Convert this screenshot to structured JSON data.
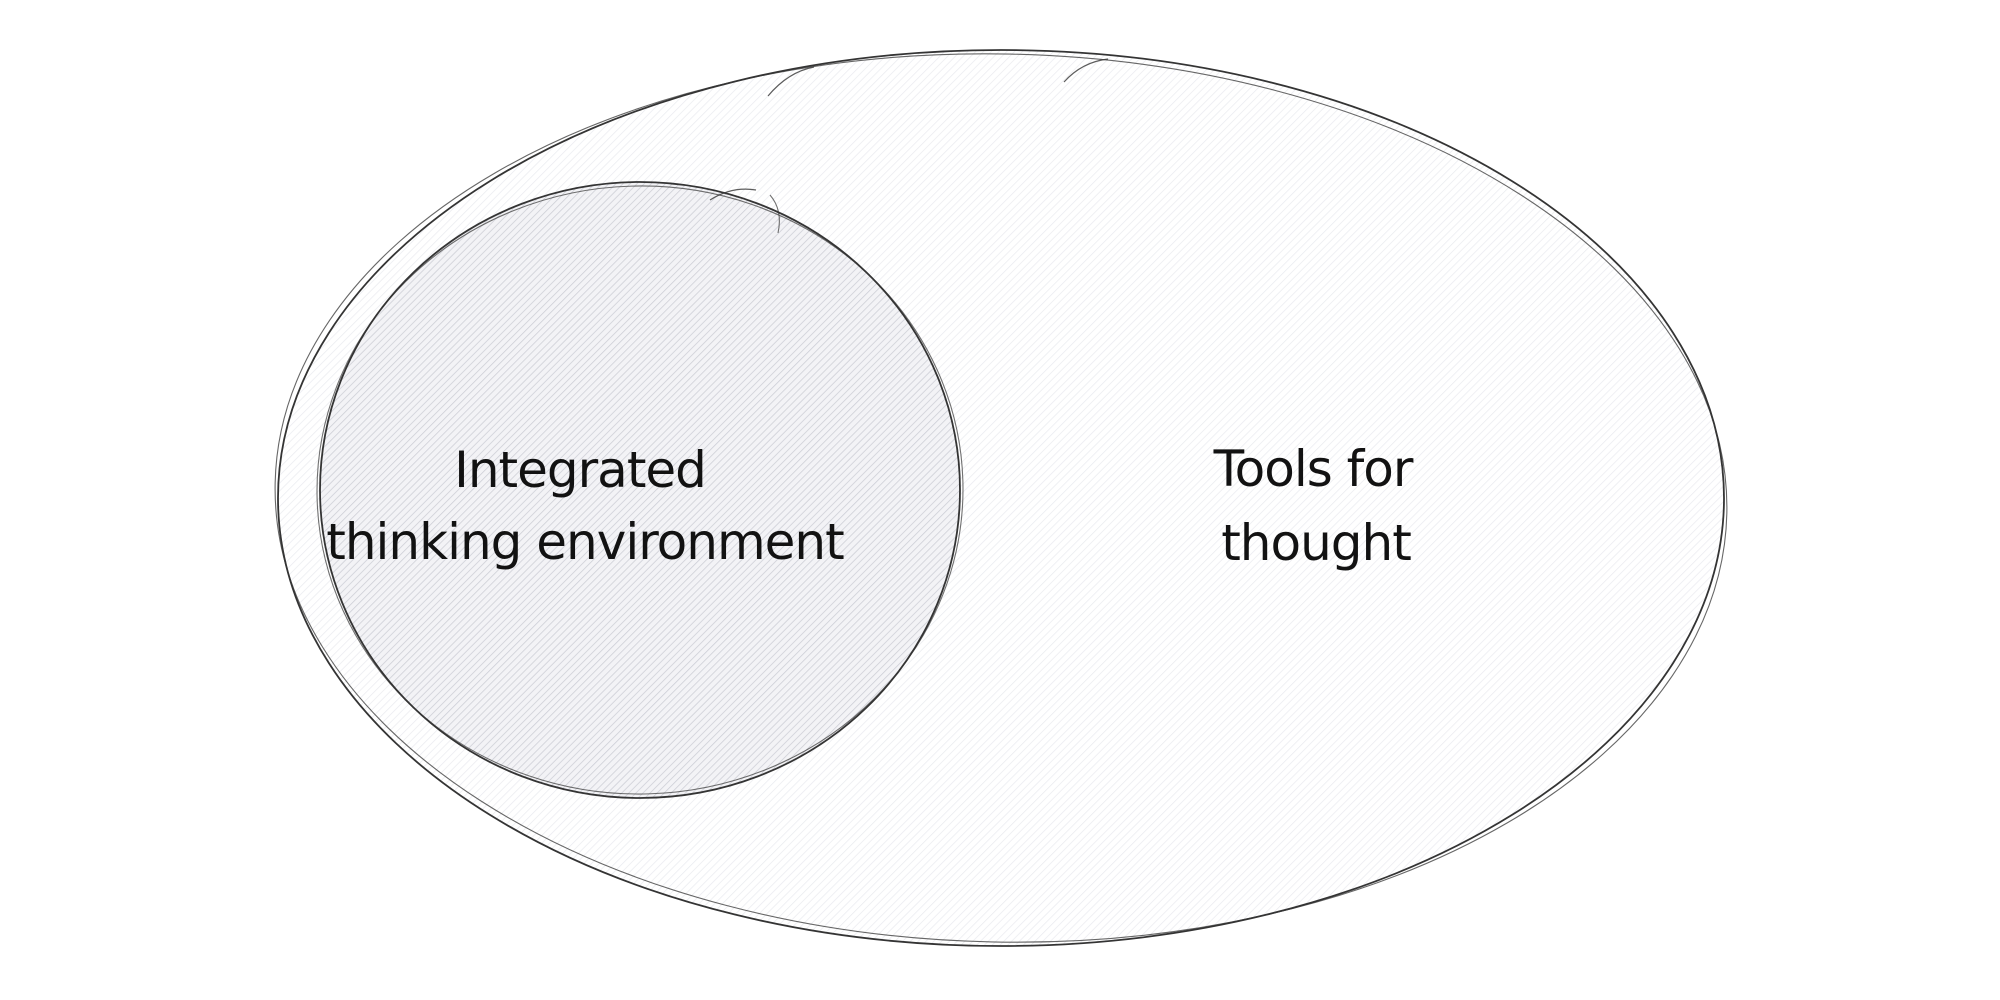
{
  "diagram": {
    "type": "euler-subset-diagram",
    "background_color": "#ffffff",
    "stroke_color": "#343434",
    "text_color": "#121212",
    "outer_set": {
      "label": "Tools for thought",
      "line1": "Tools for",
      "line2": "thought",
      "fill_style": "hachure",
      "fill_line_color": "#e9eaef",
      "fill_base_color": "#ffffff"
    },
    "inner_set": {
      "label": "Integrated thinking environment",
      "line1": "Integrated",
      "line2": "thinking environment",
      "fill_style": "hachure",
      "fill_line_color": "#cccdd5",
      "fill_base_color": "#f3f3f6"
    },
    "relationship": "inner set drawn fully inside outer set"
  }
}
